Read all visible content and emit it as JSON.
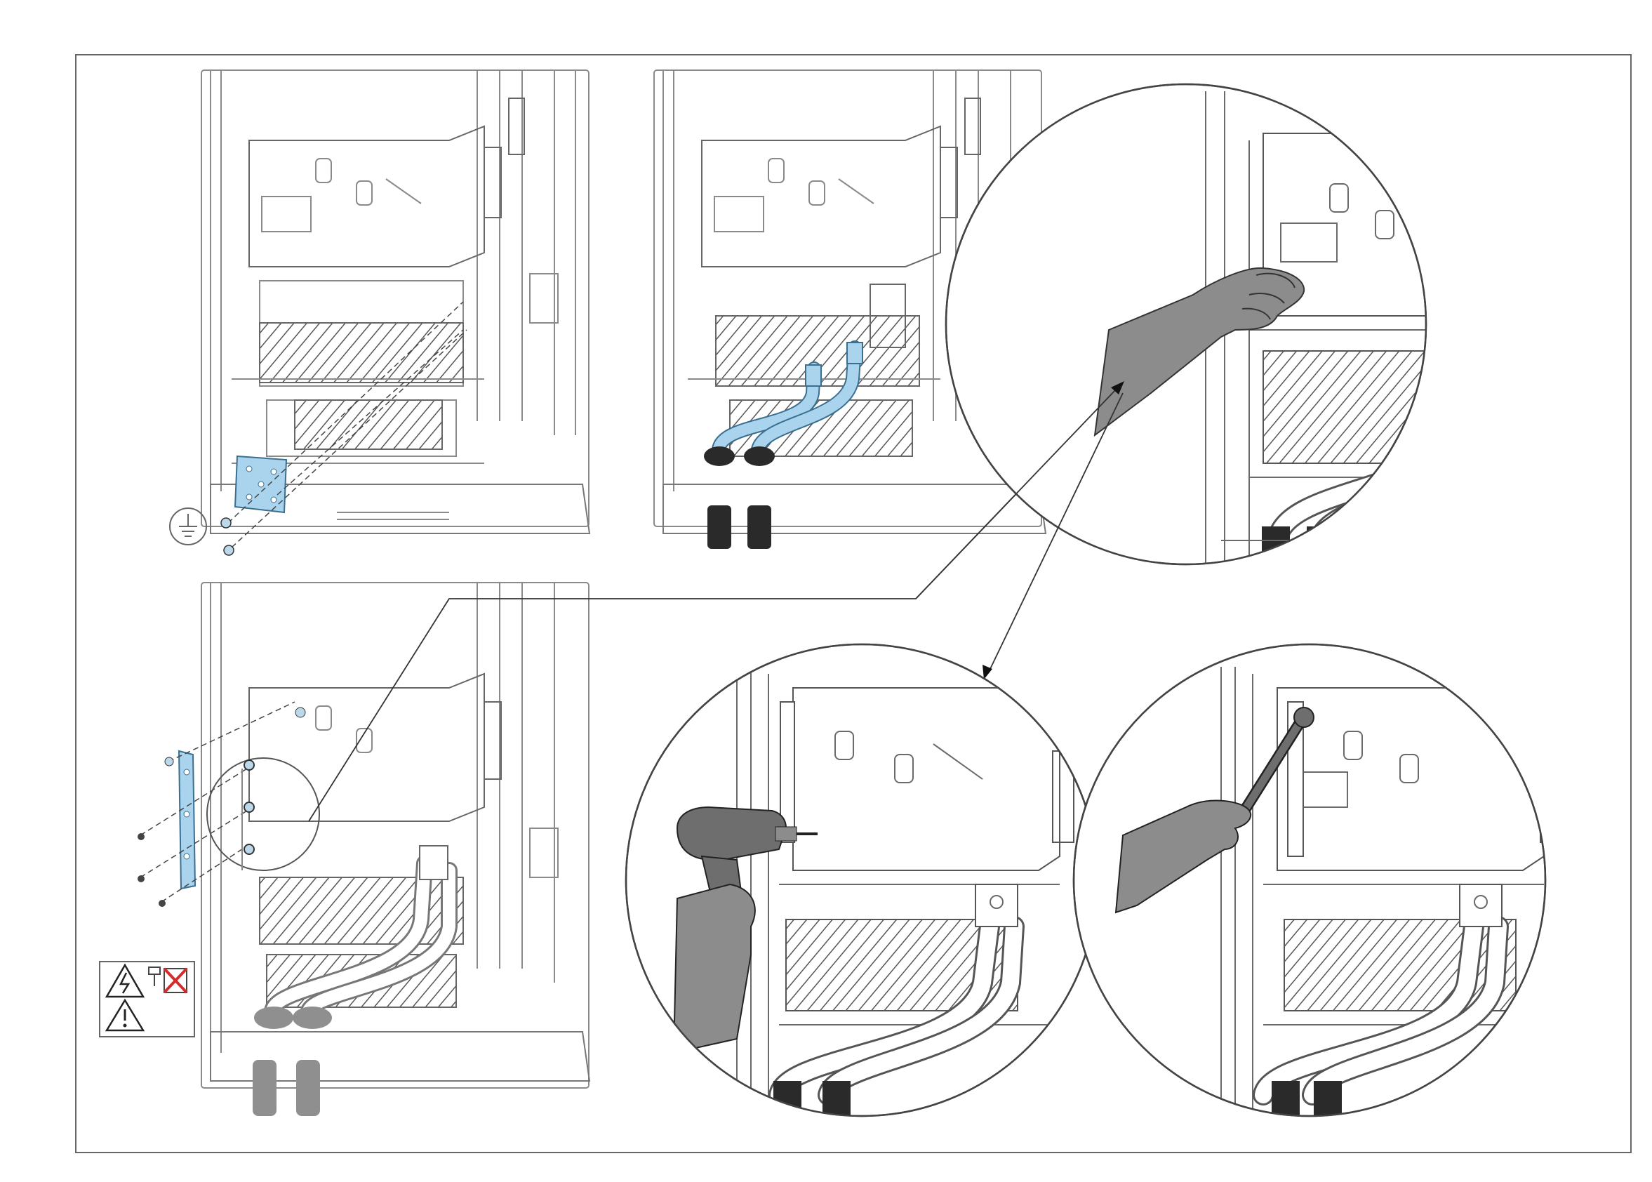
{
  "colors": {
    "line": "#555555",
    "light_line": "#9a9a9a",
    "highlight_part": "#aad4ee",
    "highlight_stroke": "#3a6f8f",
    "glove": "#8c8c8c",
    "glove_dark": "#6e6e6e",
    "cable_sleeve": "#2a2a2a",
    "cable_sleeve_grey": "#8f8f8f",
    "warning_cross": "#d62b2b"
  },
  "icons": {
    "ground_symbol": "protective-earth-icon",
    "warning_voltage": "high-voltage-warning-icon",
    "warning_general": "general-warning-icon",
    "no_screw": "no-tool-crossed-icon"
  },
  "steps": [
    {
      "id": "step-1",
      "description_icon": "ground-plate-mounting"
    },
    {
      "id": "step-2",
      "description_icon": "cable-lug-routing"
    },
    {
      "id": "step-3",
      "description_icon": "hand-tightening-detail"
    },
    {
      "id": "step-4",
      "description_icon": "ground-bar-mounting"
    },
    {
      "id": "step-5",
      "description_icon": "drill-screwing-detail"
    },
    {
      "id": "step-6",
      "description_icon": "wrench-torque-detail"
    }
  ]
}
